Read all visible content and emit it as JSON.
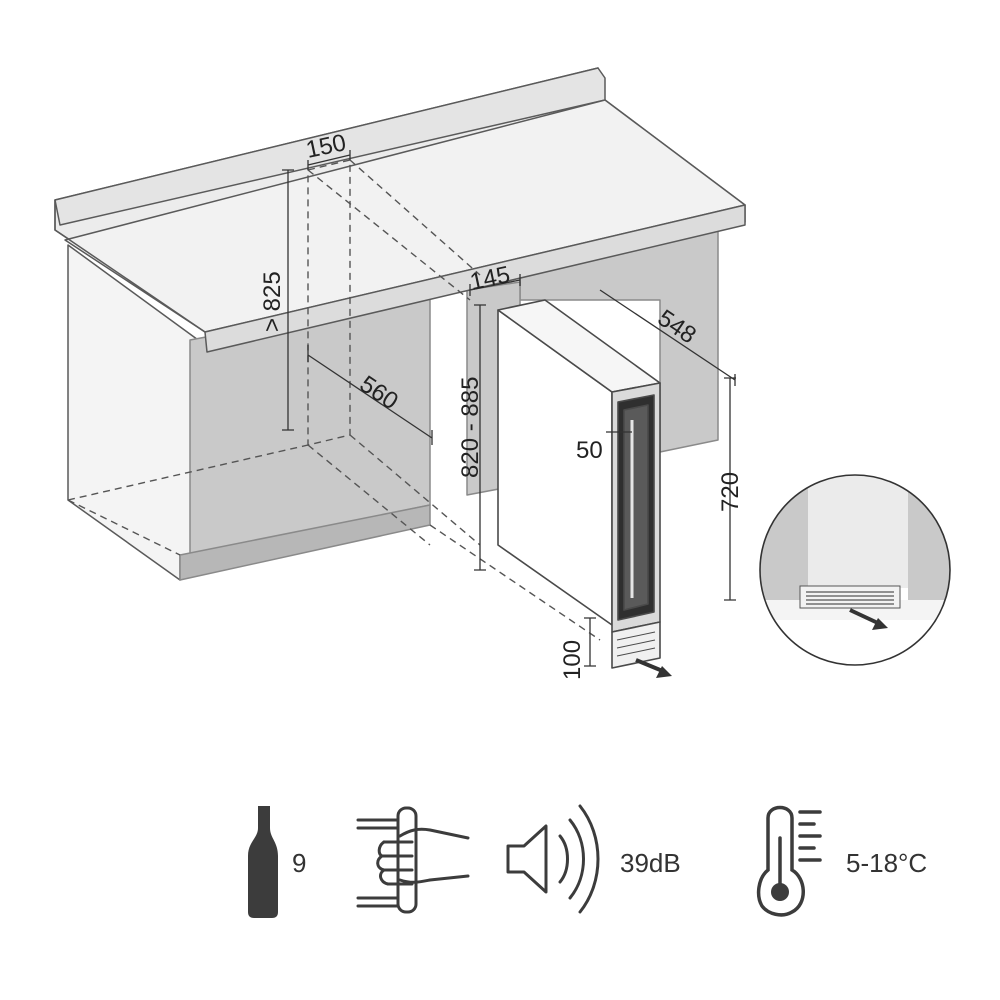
{
  "dimensions": {
    "niche_width": "150",
    "niche_height": "> 825",
    "niche_depth": "560",
    "unit_width": "145",
    "unit_depth": "548",
    "unit_height_range": "820 - 885",
    "door_gap": "50",
    "body_height": "720",
    "plinth_height": "100"
  },
  "specs": {
    "bottles": "9",
    "noise": "39dB",
    "temperature": "5-18°C"
  },
  "icons": [
    "bottle-icon",
    "hand-grip-icon",
    "speaker-icon",
    "thermometer-icon",
    "vent-arrow-icon"
  ],
  "colors": {
    "line": "#4a4a4a",
    "cabinet_fill": "#c7c7c7",
    "counter_fill": "#e9e9e9",
    "icon": "#3c3c3c"
  }
}
